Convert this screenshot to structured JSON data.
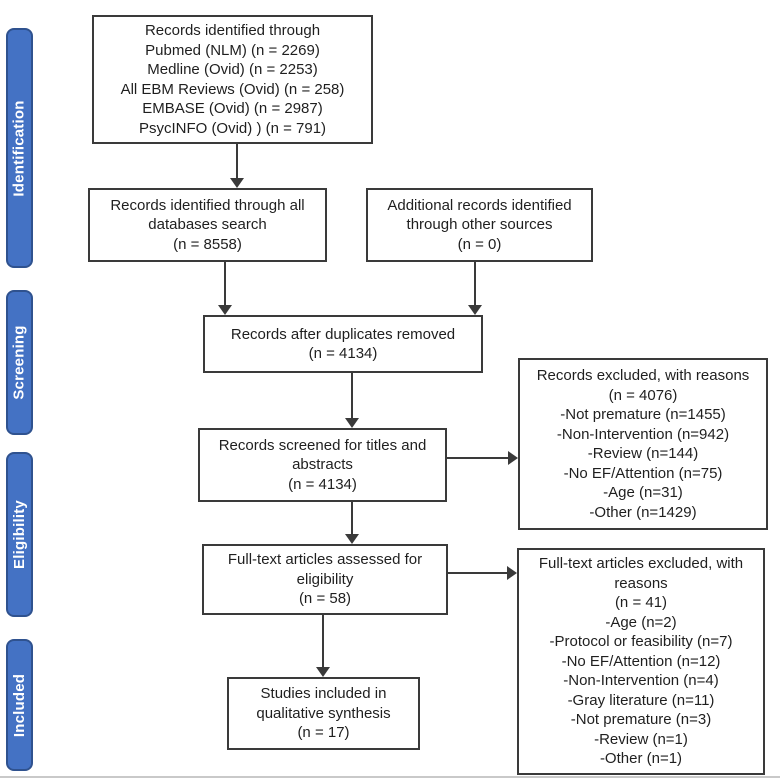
{
  "stages": [
    "Identification",
    "Screening",
    "Eligibility",
    "Included"
  ],
  "boxes": {
    "sources": {
      "lines": [
        "Records identified through",
        "Pubmed (NLM) (n = 2269)",
        "Medline (Ovid) (n = 2253)",
        "All EBM Reviews (Ovid) (n = 258)",
        "EMBASE (Ovid) (n = 2987)",
        "PsycINFO (Ovid) ) (n = 791)"
      ]
    },
    "all_databases": {
      "lines": [
        "Records identified through all",
        "databases search",
        "(n = 8558)"
      ]
    },
    "additional": {
      "lines": [
        "Additional records identified",
        "through other sources",
        "(n = 0)"
      ]
    },
    "duplicates": {
      "lines": [
        "Records after duplicates removed",
        "(n = 4134)"
      ]
    },
    "screened": {
      "lines": [
        "Records screened for titles and",
        "abstracts",
        "(n = 4134)"
      ]
    },
    "records_excluded": {
      "lines": [
        "Records excluded, with reasons",
        "(n = 4076)",
        "-Not premature (n=1455)",
        "-Non-Intervention (n=942)",
        "-Review (n=144)",
        "-No EF/Attention (n=75)",
        "-Age (n=31)",
        "-Other (n=1429)"
      ]
    },
    "fulltext": {
      "lines": [
        "Full-text articles assessed for",
        "eligibility",
        "(n = 58)"
      ]
    },
    "fulltext_excluded": {
      "lines": [
        "Full-text articles excluded, with",
        "reasons",
        "(n = 41)",
        "-Age (n=2)",
        "-Protocol or feasibility (n=7)",
        "-No EF/Attention (n=12)",
        "-Non-Intervention (n=4)",
        "-Gray literature (n=11)",
        "-Not premature (n=3)",
        "-Review (n=1)",
        "-Other (n=1)"
      ]
    },
    "included_studies": {
      "lines": [
        "Studies included in",
        "qualitative synthesis",
        "(n = 17)"
      ]
    }
  },
  "colors": {
    "stage_fill": "#4472c4",
    "stage_border": "#2f528f",
    "box_border": "#3a3a3a",
    "arrow_color": "#3a3a3a",
    "text_color": "#1f1f1f",
    "page_bg": "#ffffff",
    "edge_line": "#c9c9c9"
  }
}
